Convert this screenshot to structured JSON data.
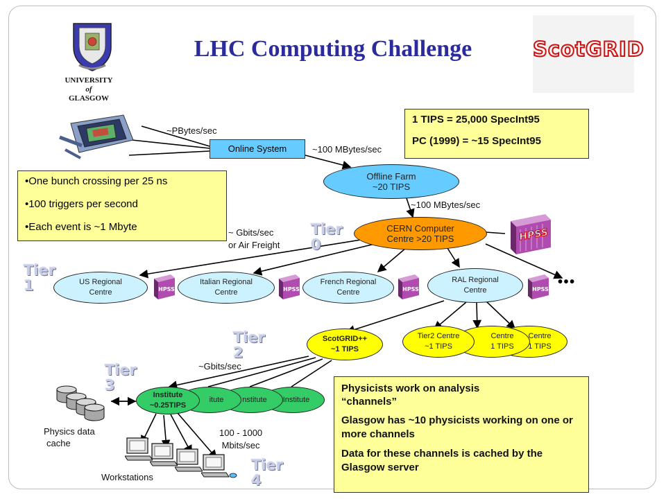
{
  "title": "LHC Computing Challenge",
  "logos": {
    "glasgow": {
      "line1": "UNIVERSITY",
      "line2": "of",
      "line3": "GLASGOW"
    },
    "scotgrid": "ScotGRID"
  },
  "tiers": {
    "t0": "Tier 0",
    "t1": "Tier 1",
    "t2": "Tier 2",
    "t3": "Tier 3",
    "t4": "Tier 4"
  },
  "tips_box": {
    "line1": "1 TIPS = 25,000 SpecInt95",
    "line2": "PC (1999) = ~15 SpecInt95"
  },
  "bunch_box": [
    "One bunch crossing per 25 ns",
    "100 triggers per second",
    "Each event is ~1 Mbyte"
  ],
  "physicists_box": {
    "line1a": "Physicists work on analysis",
    "line1b": "“channels”",
    "line2": "Glasgow has ~10 physicists working on one or more channels",
    "line3": "Data for these channels is cached by the Glasgow server"
  },
  "labels": {
    "pbytes": "~PBytes/sec",
    "mbytes1": "~100 MBytes/sec",
    "mbytes2": "~100 MBytes/sec",
    "gbits_a": "~ Gbits/sec",
    "gbits_b": "or Air Freight",
    "gbits2": "~Gbits/sec",
    "mbits_a": "100 - 1000",
    "mbits_b": "Mbits/sec",
    "cache_a": "Physics data",
    "cache_b": "cache",
    "workstations": "Workstations",
    "ellipsis": "• • •"
  },
  "nodes": {
    "online": "Online System",
    "offline": {
      "a": "Offline Farm",
      "b": "~20 TIPS"
    },
    "cern": {
      "a": "CERN Computer",
      "b": "Centre >20 TIPS"
    },
    "hpss": "HPSS",
    "us": {
      "a": "US Regional",
      "b": "Centre"
    },
    "italian": {
      "a": "Italian Regional",
      "b": "Centre"
    },
    "french": {
      "a": "French Regional",
      "b": "Centre"
    },
    "ral": {
      "a": "RAL Regional",
      "b": "Centre"
    },
    "scotgrid": {
      "a": "ScotGRID++",
      "b": "~1 TIPS"
    },
    "tier2a": {
      "a": "Tier2 Centre",
      "b": "~1 TIPS"
    },
    "tier2b": {
      "a": "Centre",
      "b": "1 TIPS"
    },
    "tier2c": {
      "a": "Centre",
      "b": "1 TIPS"
    },
    "institute_main": {
      "a": "Institute",
      "b": "~0.25TIPS"
    },
    "inst_b": "itute",
    "inst_c": "nstitute",
    "inst_d": "Institute"
  },
  "colors": {
    "title": "#2b2b9c",
    "yellow_box": "#ffff99",
    "online": "#66ccff",
    "cern": "#ff9900",
    "regional": "#ccf2ff",
    "tier2": "#ffff00",
    "institute": "#33cc66"
  }
}
